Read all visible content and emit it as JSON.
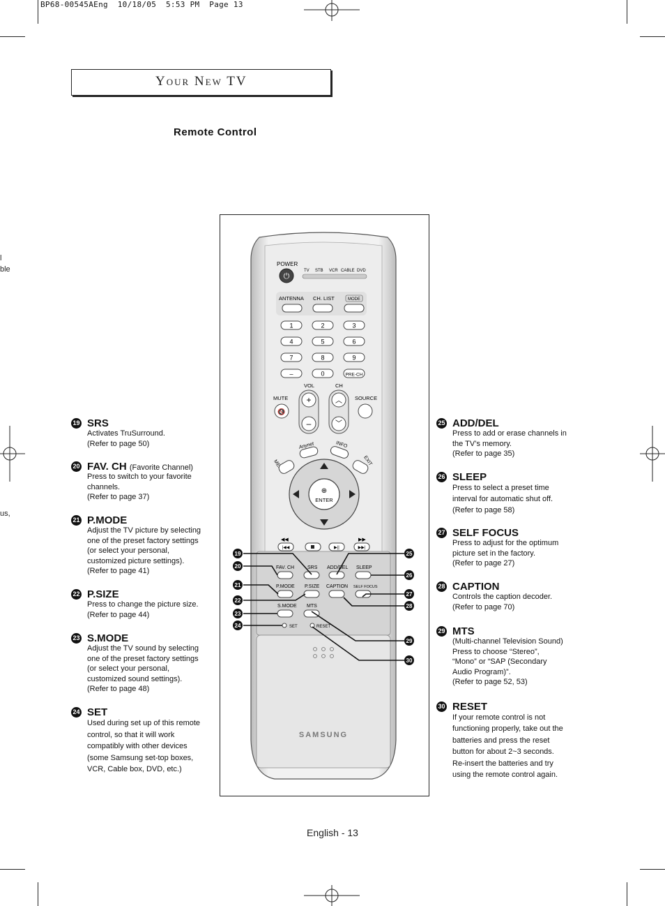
{
  "print_header": "BP68-00545AEng  10/18/05  5:53 PM  Page 13",
  "section_header": "Your New TV",
  "page_title": "Remote Control",
  "edge_fragments": [
    "l",
    "ble",
    "us,"
  ],
  "left_items": [
    {
      "num": "19",
      "title": "SRS",
      "subtitle": "",
      "body": "Activates TruSurround.\n(Refer to page 50)"
    },
    {
      "num": "20",
      "title": "FAV. CH",
      "subtitle": "(Favorite Channel)",
      "body": "Press to switch to your favorite\nchannels.\n(Refer to page 37)"
    },
    {
      "num": "21",
      "title": "P.MODE",
      "subtitle": "",
      "body": "Adjust the TV picture by selecting\none of the preset factory settings\n(or select your personal,\ncustomized picture settings).\n(Refer to page 41)"
    },
    {
      "num": "22",
      "title": "P.SIZE",
      "subtitle": "",
      "body": "Press to change the picture size.\n(Refer to page 44)"
    },
    {
      "num": "23",
      "title": "S.MODE",
      "subtitle": "",
      "body": "Adjust the TV sound by selecting\none of the preset factory settings\n(or select your personal,\ncustomized sound settings).\n(Refer to page 48)"
    },
    {
      "num": "24",
      "title": "SET",
      "subtitle": "",
      "body": "Used during set up of this remote\ncontrol, so that it will work\ncompatibly with other devices\n(some Samsung set-top boxes,\nVCR, Cable box, DVD, etc.)"
    }
  ],
  "right_items": [
    {
      "num": "25",
      "title": "ADD/DEL",
      "body": "Press to add or erase channels in\nthe TV’s memory.\n(Refer to page 35)"
    },
    {
      "num": "26",
      "title": "SLEEP",
      "body": "Press to select a preset time\ninterval for automatic shut off.\n(Refer to page 58)"
    },
    {
      "num": "27",
      "title": "SELF FOCUS",
      "body": "Press to adjust for the optimum\npicture set in the factory.\n(Refer to page 27)"
    },
    {
      "num": "28",
      "title": "CAPTION",
      "body": "Controls the caption decoder.\n(Refer to page 70)"
    },
    {
      "num": "29",
      "title": "MTS",
      "body": "(Multi-channel Television Sound)\nPress to choose “Stereo”,\n“Mono” or “SAP (Secondary\nAudio Program)”.\n(Refer to page 52, 53)"
    },
    {
      "num": "30",
      "title": "RESET",
      "body": "If your remote control is not\nfunctioning properly, take out the\nbatteries and press the reset\nbutton for about 2~3 seconds.\nRe-insert the batteries and try\nusing the remote control again."
    }
  ],
  "remote": {
    "power": "POWER",
    "devices": [
      "TV",
      "STB",
      "VCR",
      "CABLE",
      "DVD"
    ],
    "antenna": "ANTENNA",
    "ch_list": "CH. LIST",
    "mode": "MODE",
    "digits": [
      "1",
      "2",
      "3",
      "4",
      "5",
      "6",
      "7",
      "8",
      "9",
      "–",
      "0",
      "PRE-CH"
    ],
    "vol": "VOL",
    "ch": "CH",
    "mute": "MUTE",
    "source": "SOURCE",
    "menu": "MENU",
    "anynet": "Anynet",
    "info": "INFO",
    "exit": "EXIT",
    "enter": "ENTER",
    "fav_ch": "FAV. CH",
    "srs": "SRS",
    "add_del": "ADD/DEL",
    "sleep": "SLEEP",
    "p_mode": "P.MODE",
    "p_size": "P.SIZE",
    "caption": "CAPTION",
    "self_focus": "SELF FOCUS",
    "s_mode": "S.MODE",
    "mts": "MTS",
    "set": "SET",
    "reset": "RESET",
    "brand": "SAMSUNG",
    "callouts_left": [
      "19",
      "20",
      "21",
      "22",
      "23",
      "24"
    ],
    "callouts_right": [
      "25",
      "26",
      "27",
      "28",
      "29",
      "30"
    ]
  },
  "footer": "English - 13"
}
